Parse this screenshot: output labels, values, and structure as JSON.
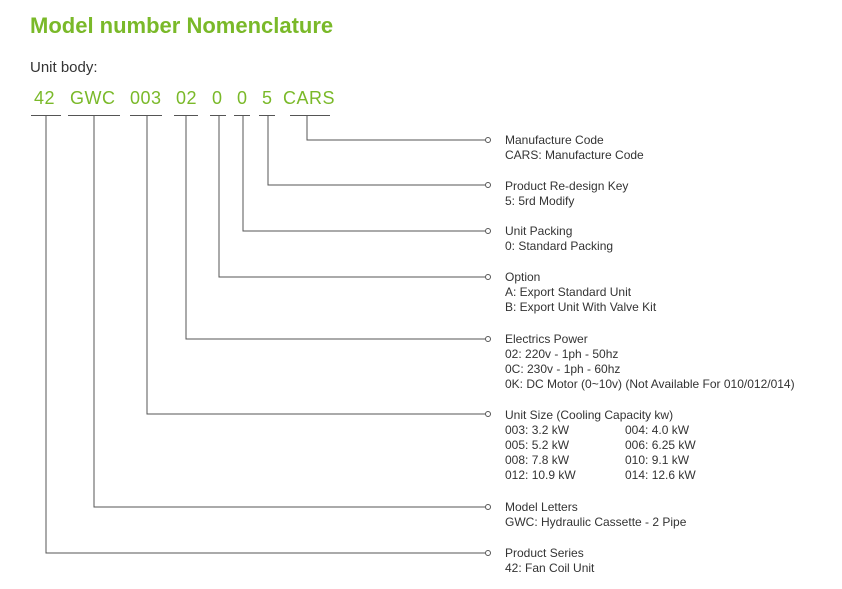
{
  "title": "Model number Nomenclature",
  "subtitle": "Unit body:",
  "codes": [
    "42",
    "GWC",
    "003",
    "02",
    "0",
    "0",
    "5",
    "CARS"
  ],
  "colors": {
    "accent": "#7ab929",
    "line": "#555555",
    "text": "#333333"
  },
  "entries": [
    {
      "heading": "Manufacture Code",
      "lines": [
        "CARS: Manufacture Code"
      ]
    },
    {
      "heading": "Product Re-design Key",
      "lines": [
        "5: 5rd Modify"
      ]
    },
    {
      "heading": "Unit Packing",
      "lines": [
        "0: Standard Packing"
      ]
    },
    {
      "heading": "Option",
      "lines": [
        "A: Export Standard Unit",
        "B: Export Unit With Valve Kit"
      ]
    },
    {
      "heading": "Electrics Power",
      "lines": [
        "02: 220v - 1ph - 50hz",
        "0C: 230v - 1ph - 60hz",
        "0K: DC Motor (0~10v) (Not Available For  010/012/014)"
      ]
    },
    {
      "heading": "Unit Size (Cooling Capacity kw)",
      "table": [
        [
          "003: 3.2 kW",
          "004: 4.0 kW"
        ],
        [
          "005: 5.2 kW",
          "006: 6.25 kW"
        ],
        [
          "008: 7.8 kW",
          "010: 9.1 kW"
        ],
        [
          "012: 10.9 kW",
          "014: 12.6 kW"
        ]
      ]
    },
    {
      "heading": "Model Letters",
      "lines": [
        "GWC: Hydraulic Cassette - 2 Pipe"
      ]
    },
    {
      "heading": "Product Series",
      "lines": [
        "42: Fan Coil Unit"
      ]
    }
  ]
}
